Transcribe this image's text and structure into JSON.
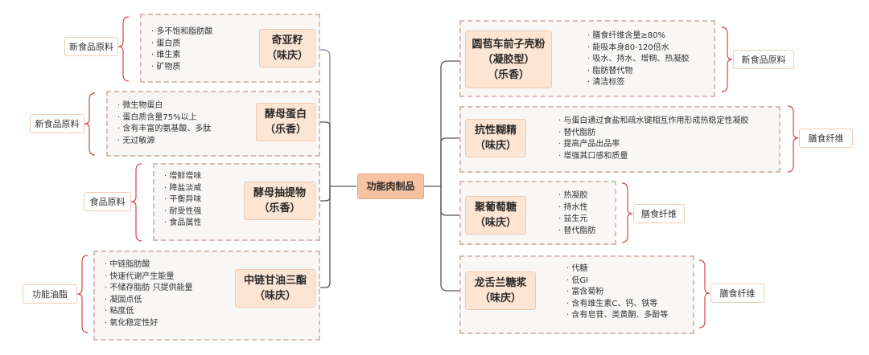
{
  "center": "功能肉制品",
  "left": [
    {
      "node": "奇亚籽\n（味庆）",
      "tag": "新食品原料",
      "items": [
        "· 多不饱和脂肪酸",
        "· 蛋白质",
        "· 维生素",
        "· 矿物质"
      ]
    },
    {
      "node": "酵母蛋白\n（乐香）",
      "tag": "新食品原料",
      "items": [
        "· 微生物蛋白",
        "· 蛋白质含量75%以上",
        "· 含有丰富的氨基酸、多肽",
        "· 无过敏源"
      ]
    },
    {
      "node": "酵母抽提物\n（乐香）",
      "tag": "食品原料",
      "items": [
        "· 增鲜增味",
        "· 降盐淡咸",
        "· 平衡异味",
        "· 耐受性强",
        "· 食品属性"
      ]
    },
    {
      "node": "中链甘油三酯\n（味庆）",
      "tag": "功能油脂",
      "items": [
        "· 中链脂肪酸",
        "· 快速代谢产生能量",
        "· 不储存脂肪 只提供能量",
        "· 凝固点低",
        "· 粘度低",
        "· 氧化稳定性好"
      ]
    }
  ],
  "right": [
    {
      "node": "圆苞车前子壳粉\n（凝胶型）\n（乐香）",
      "tag": "新食品原料",
      "items": [
        "· 膳食纤维含量≥80%",
        "· 能吸本身80-120倍水",
        "· 吸水、持水、增稠、热凝胶",
        "· 脂肪替代物",
        "· 清洁标签"
      ]
    },
    {
      "node": "抗性糊精\n（味庆）",
      "tag": "膳食纤维",
      "items": [
        "· 与蛋白通过食盐和疏水键相互作用形成热稳定性凝胶",
        "· 替代脂肪",
        "· 提高产品出品率",
        "· 增强其口感和质量"
      ]
    },
    {
      "node": "聚葡萄糖\n（味庆）",
      "tag": "膳食纤维",
      "items": [
        "· 热凝胶",
        "· 持水性",
        "· 益生元",
        "· 替代脂肪"
      ]
    },
    {
      "node": "龙舌兰糖浆\n（味庆）",
      "tag": "膳食纤维",
      "items": [
        "·  代糖",
        "·  低GI",
        "·  富含菊粉",
        "·  含有维生素C、钙、铁等",
        "·  含有皂苷、类黄酮、多酚等"
      ]
    }
  ]
}
